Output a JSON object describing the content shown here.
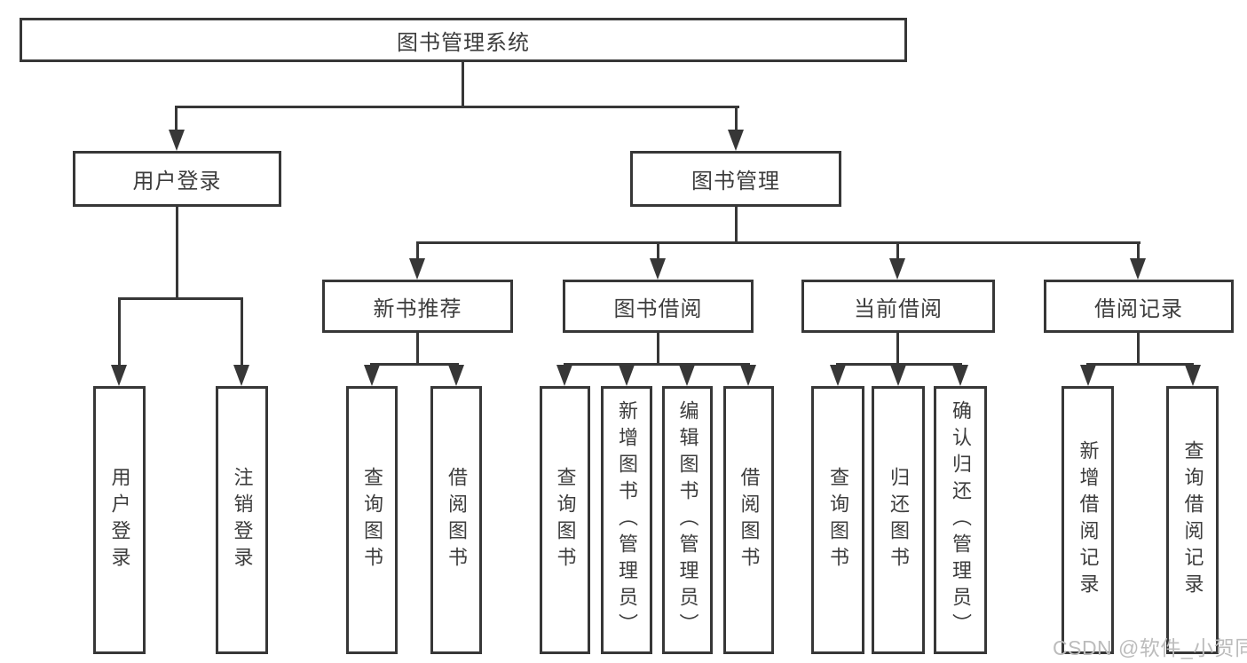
{
  "diagram_type": "hierarchy",
  "tree": {
    "root": "图书管理系统",
    "user_login": {
      "label": "用户登录",
      "children": [
        "用户登录",
        "注销登录"
      ]
    },
    "book_mgmt": {
      "label": "图书管理",
      "groups": [
        {
          "label": "新书推荐",
          "children": [
            "查询图书",
            "借阅图书"
          ]
        },
        {
          "label": "图书借阅",
          "children": [
            "查询图书",
            "新增图书（管理员）",
            "编辑图书（管理员）",
            "借阅图书"
          ]
        },
        {
          "label": "当前借阅",
          "children": [
            "查询图书",
            "归还图书",
            "确认归还（管理员）"
          ]
        },
        {
          "label": "借阅记录",
          "children": [
            "新增借阅记录",
            "查询借阅记录"
          ]
        }
      ]
    }
  },
  "watermark": "CSDN @软件_小贺同学",
  "colors": {
    "line": "#373737",
    "text": "#3d3d3d",
    "watermark": "#bcbcbc",
    "background": "#ffffff"
  }
}
